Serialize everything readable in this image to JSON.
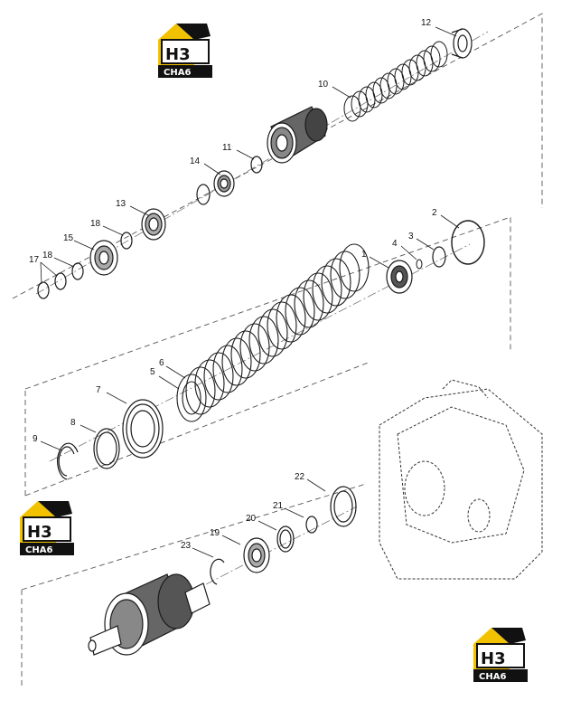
{
  "colors": {
    "line": "#1a1a1a",
    "dash": "#555555",
    "logo_yellow": "#f2c200",
    "logo_black": "#111111",
    "logo_text_white": "#ffffff"
  },
  "logo": {
    "mark": "H3",
    "wordmark": "CHA6"
  },
  "callouts": {
    "c12": "12",
    "c10": "10",
    "c11": "11",
    "c14": "14",
    "c13": "13",
    "c18a": "18",
    "c15": "15",
    "c17": "17",
    "c18b": "18",
    "c2": "2",
    "c3": "3",
    "c4": "4",
    "c1": "1",
    "c6": "6",
    "c5": "5",
    "c7": "7",
    "c8": "8",
    "c9": "9",
    "c22": "22",
    "c21": "21",
    "c20": "20",
    "c19": "19",
    "c23": "23"
  }
}
